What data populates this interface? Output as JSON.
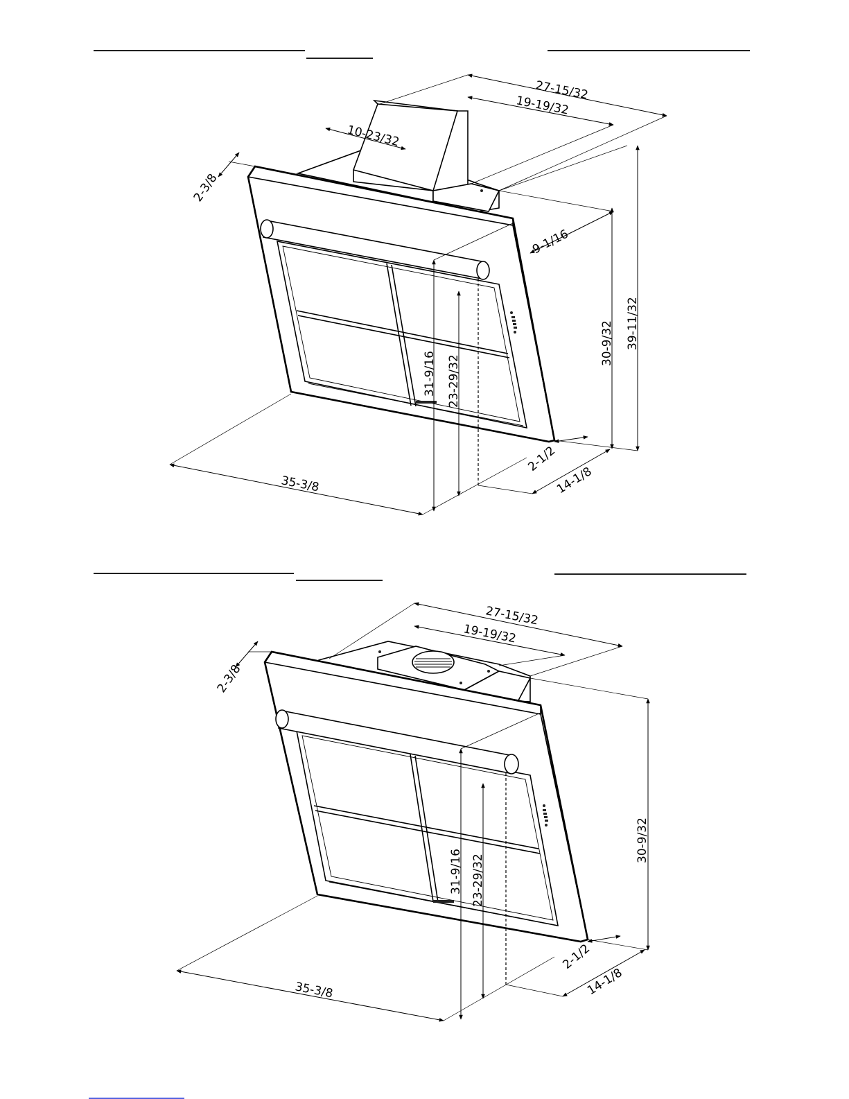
{
  "diagrams": [
    {
      "id": "top",
      "dimensions": {
        "width_total": "27-15/32",
        "width_duct": "19-19/32",
        "duct_depth": "10-23/32",
        "frame_thickness": "2-3/8",
        "depth_top": "9-1/16",
        "height_overall": "39-11/32",
        "height_body": "30-9/32",
        "width_front": "35-3/8",
        "height_panel": "31-9/16",
        "height_inner": "23-29/32",
        "bottom_lip": "2-1/2",
        "depth_bottom": "14-1/8"
      }
    },
    {
      "id": "bottom",
      "dimensions": {
        "width_total": "27-15/32",
        "width_duct": "19-19/32",
        "frame_thickness": "2-3/8",
        "height_body": "30-9/32",
        "width_front": "35-3/8",
        "height_panel": "31-9/16",
        "height_inner": "23-29/32",
        "bottom_lip": "2-1/2",
        "depth_bottom": "14-1/8"
      }
    }
  ],
  "colors": {
    "ink": "#000000",
    "link": "#1a2fd6"
  }
}
